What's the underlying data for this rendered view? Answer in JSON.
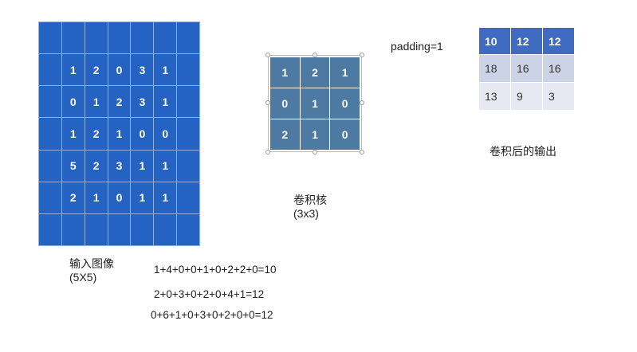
{
  "input_image": {
    "grid": [
      [
        "",
        "",
        "",
        "",
        "",
        "",
        ""
      ],
      [
        "",
        "1",
        "2",
        "0",
        "3",
        "1",
        ""
      ],
      [
        "",
        "0",
        "1",
        "2",
        "3",
        "1",
        ""
      ],
      [
        "",
        "1",
        "2",
        "1",
        "0",
        "0",
        ""
      ],
      [
        "",
        "5",
        "2",
        "3",
        "1",
        "1",
        ""
      ],
      [
        "",
        "2",
        "1",
        "0",
        "1",
        "1",
        ""
      ],
      [
        "",
        "",
        "",
        "",
        "",
        "",
        ""
      ]
    ],
    "label": "输入图像",
    "size": "(5X5)"
  },
  "kernel": {
    "grid": [
      [
        "1",
        "2",
        "1"
      ],
      [
        "0",
        "1",
        "0"
      ],
      [
        "2",
        "1",
        "0"
      ]
    ],
    "label": "卷积核",
    "size": "(3x3)"
  },
  "padding_label": "padding=1",
  "output": {
    "rows": [
      [
        "10",
        "12",
        "12"
      ],
      [
        "18",
        "16",
        "16"
      ],
      [
        "13",
        "9",
        "3"
      ]
    ],
    "label": "卷积后的输出"
  },
  "equations": [
    "1+4+0+0+1+0+2+2+0=10",
    "2+0+3+0+2+0+4+1=12",
    "0+6+1+0+3+0+2+0+0=12"
  ],
  "colors": {
    "input_cell": "#2463c2",
    "kernel_cell": "#4d7aa2",
    "output_header": "#3f6cc0",
    "output_row_1": "#cdd3e6",
    "output_row_2": "#e6e9f2"
  }
}
